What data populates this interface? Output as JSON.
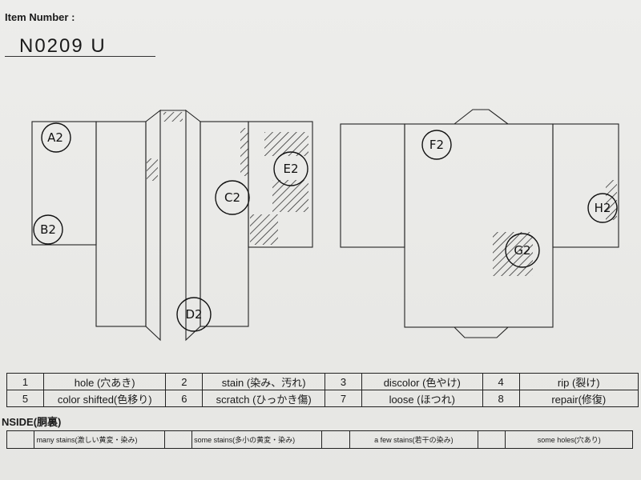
{
  "header": {
    "item_label": "Item Number :",
    "item_number": "N0209   U"
  },
  "marks": {
    "A": "A2",
    "B": "B2",
    "C": "C2",
    "D": "D2",
    "E": "E2",
    "F": "F2",
    "G": "G2",
    "H": "H2"
  },
  "colors": {
    "ink": "#1a1a1a",
    "paper": "#e9e9e6"
  },
  "legend": [
    [
      {
        "num": "1",
        "label": "hole (穴あき)"
      },
      {
        "num": "2",
        "label": "stain (染み、汚れ)"
      },
      {
        "num": "3",
        "label": "discolor (色やけ)"
      },
      {
        "num": "4",
        "label": "rip (裂け)"
      }
    ],
    [
      {
        "num": "5",
        "label": "color shifted(色移り)"
      },
      {
        "num": "6",
        "label": "scratch (ひっかき傷)"
      },
      {
        "num": "7",
        "label": "loose (ほつれ)"
      },
      {
        "num": "8",
        "label": "repair(修復)"
      }
    ]
  ],
  "inside": {
    "label": "NSIDE(胴裏)",
    "items": [
      "many stains(激しい黄変・染み)",
      "some stains(多小の黄変・染み)",
      "a few stains(若干の染み)",
      "some holes(穴あり)"
    ]
  }
}
